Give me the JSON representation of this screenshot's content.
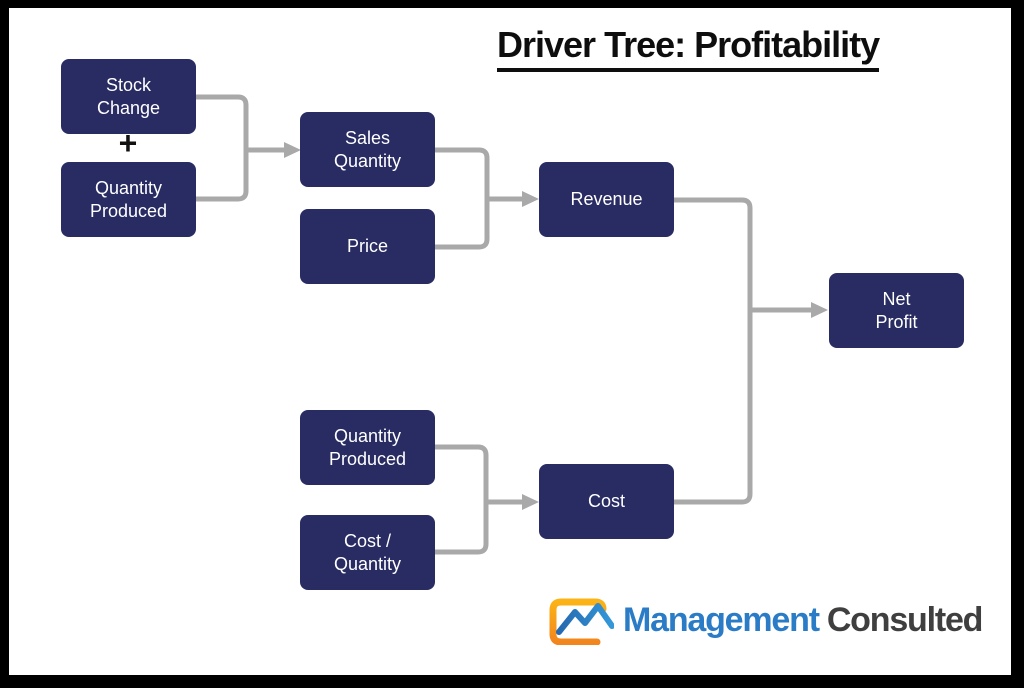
{
  "title": "Driver Tree: Profitability",
  "operator": "+",
  "nodes": {
    "stock_change": {
      "label": "Stock\nChange"
    },
    "quantity_produced_top": {
      "label": "Quantity\nProduced"
    },
    "sales_quantity": {
      "label": "Sales\nQuantity"
    },
    "price": {
      "label": "Price"
    },
    "revenue": {
      "label": "Revenue"
    },
    "net_profit": {
      "label": "Net\nProfit"
    },
    "quantity_produced_bottom": {
      "label": "Quantity\nProduced"
    },
    "cost_quantity": {
      "label": "Cost /\nQuantity"
    },
    "cost": {
      "label": "Cost"
    }
  },
  "edges": [
    {
      "from": [
        "stock_change",
        "quantity_produced_top"
      ],
      "to": "sales_quantity",
      "operator": "+"
    },
    {
      "from": [
        "sales_quantity",
        "price"
      ],
      "to": "revenue"
    },
    {
      "from": [
        "quantity_produced_bottom",
        "cost_quantity"
      ],
      "to": "cost"
    },
    {
      "from": [
        "revenue",
        "cost"
      ],
      "to": "net_profit"
    }
  ],
  "colors": {
    "node_fill": "#292b63",
    "node_text": "#ffffff",
    "connector": "#a9a9a9",
    "frame": "#000000",
    "title_text": "#0e0e0e",
    "logo_orange_top": "#fcb316",
    "logo_orange_bottom": "#f2851d",
    "logo_blue_dark": "#2569b0",
    "logo_blue_light": "#3498d8",
    "logo_word1_color": "#2b7cc6",
    "logo_word2_color": "#3f3f3f"
  },
  "logo": {
    "icon": "line-chart-icon",
    "word1": "Management",
    "word2": "Consulted"
  }
}
